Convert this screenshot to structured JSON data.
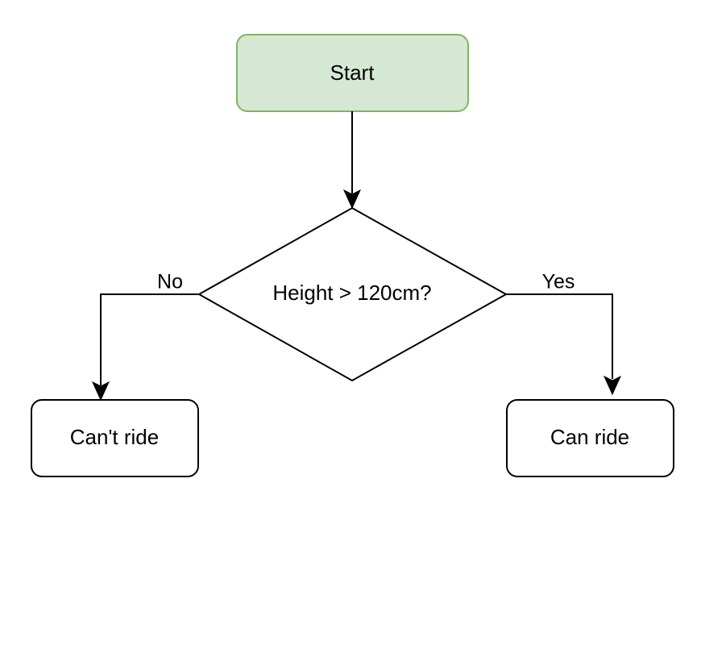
{
  "flowchart": {
    "start": {
      "label": "Start",
      "fill": "#d5e8d4",
      "stroke": "#82b366"
    },
    "decision": {
      "label": "Height > 120cm?"
    },
    "outcomes": {
      "no_label": "No",
      "yes_label": "Yes",
      "cant_ride": "Can't ride",
      "can_ride": "Can ride"
    },
    "colors": {
      "stroke": "#000000",
      "node_fill": "#ffffff",
      "background": "#ffffff"
    }
  }
}
